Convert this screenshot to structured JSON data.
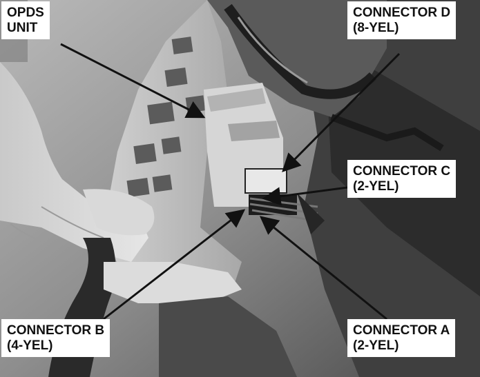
{
  "image": {
    "description_hidden": true
  },
  "labels": {
    "opds": {
      "line1": "OPDS",
      "line2": "UNIT"
    },
    "connector_d": {
      "line1": "CONNECTOR D",
      "line2": "(8-YEL)"
    },
    "connector_c": {
      "line1": "CONNECTOR C",
      "line2": "(2-YEL)"
    },
    "connector_b": {
      "line1": "CONNECTOR B",
      "line2": "(4-YEL)"
    },
    "connector_a": {
      "line1": "CONNECTOR A",
      "line2": "(2-YEL)"
    }
  },
  "colors": {
    "label_bg": "#ffffff",
    "label_text": "#111111",
    "arrow": "#111111"
  }
}
